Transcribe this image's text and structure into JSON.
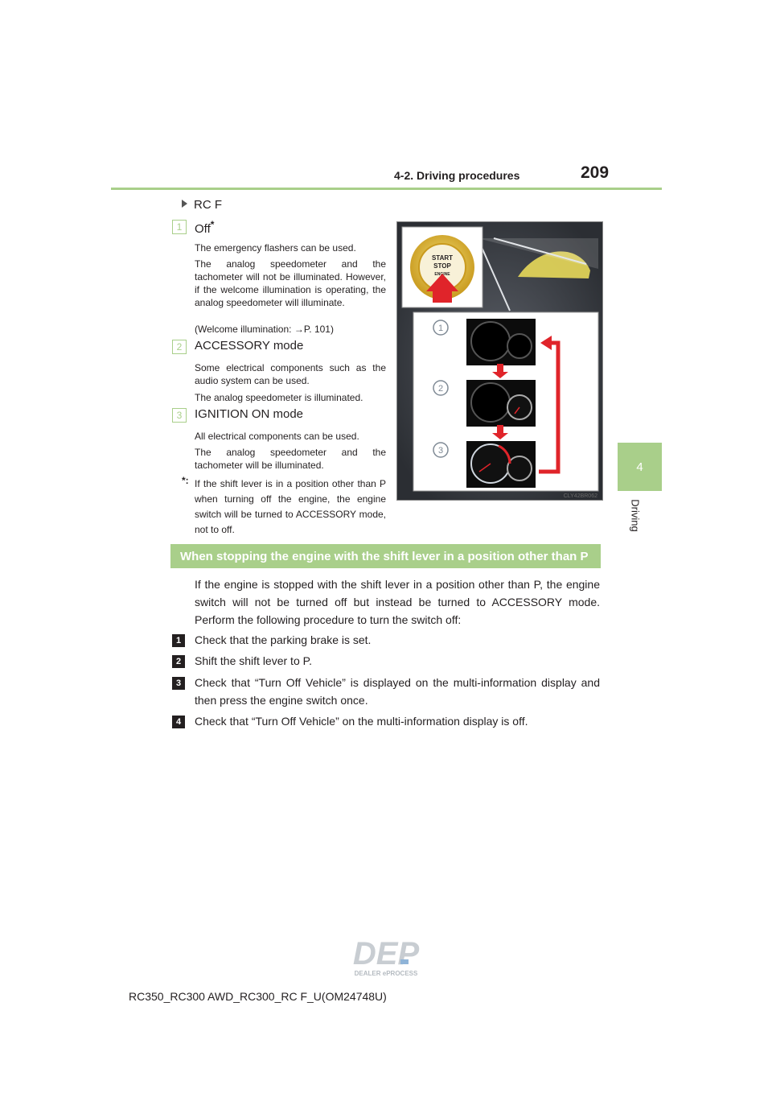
{
  "header": {
    "section": "4-2. Driving procedures",
    "page_number": "209"
  },
  "side_tab": {
    "chapter_number": "4",
    "chapter_label": "Driving"
  },
  "subsection": "RC F",
  "items": [
    {
      "number": "1",
      "title": "Off",
      "title_mark": "*",
      "lines": [
        "The emergency flashers can be used.",
        "The analog speedometer and the tachometer will not be illuminated. However, if the welcome illumination is operating, the analog speedometer will illuminate.",
        "(Welcome illumination: →P. 101)"
      ]
    },
    {
      "number": "2",
      "title": "ACCESSORY mode",
      "title_mark": "",
      "lines": [
        "Some electrical components such as the audio system can be used.",
        "The analog speedometer is illuminated."
      ]
    },
    {
      "number": "3",
      "title": "IGNITION ON mode",
      "title_mark": "",
      "lines": [
        "All electrical components can be used.",
        "The analog speedometer and the tachometer will be illuminated."
      ]
    }
  ],
  "footnote": {
    "mark": "*:",
    "text": "If the shift lever is in a position other than P when turning off the engine, the engine switch will be turned to ACCESSORY mode, not to off."
  },
  "figure": {
    "button_lines": [
      "START",
      "STOP",
      "ENGINE"
    ],
    "markers": [
      "1",
      "2",
      "3"
    ],
    "code": "CLY42BR062"
  },
  "section": {
    "heading": "When stopping the engine with the shift lever in a position other than P",
    "intro": "If the engine is stopped with the shift lever in a position other than P, the engine switch will not be turned off but instead be turned to ACCESSORY mode. Perform the following procedure to turn the switch off:",
    "steps": [
      {
        "number": "1",
        "text": "Check that the parking brake is set."
      },
      {
        "number": "2",
        "text": "Shift the shift lever to P."
      },
      {
        "number": "3",
        "text": "Check that “Turn Off Vehicle” is displayed on the multi-information display and then press the engine switch once."
      },
      {
        "number": "4",
        "text": "Check that “Turn Off Vehicle” on the multi-information display is off."
      }
    ]
  },
  "logo": {
    "letters": "DEP",
    "tagline": "DEALER ePROCESS"
  },
  "footer": "RC350_RC300 AWD_RC300_RC F_U(OM24748U)",
  "colors": {
    "accent": "#a9cf8a",
    "text": "#231f20"
  }
}
